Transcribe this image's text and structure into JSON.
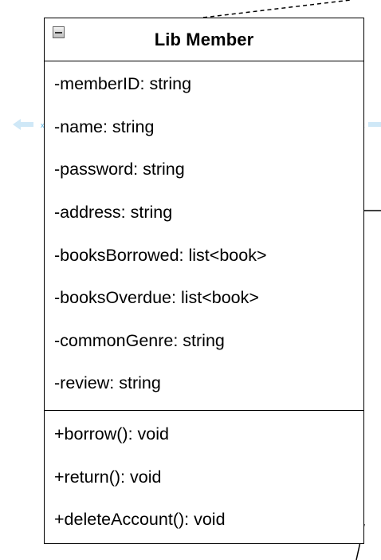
{
  "diagram": {
    "class_title": "Lib Member",
    "attributes": [
      "-memberID: string",
      "-name: string",
      "-password: string",
      "-address: string",
      "-booksBorrowed: list<book>",
      "-booksOverdue: list<book>",
      "-commonGenre: string",
      "-review: string"
    ],
    "methods": [
      "+borrow(): void",
      "+return(): void",
      "+deleteAccount(): void"
    ],
    "colors": {
      "line": "#000000",
      "selection_arrow": "#cfe8f7",
      "selection_handle": "#55b4e6"
    }
  }
}
